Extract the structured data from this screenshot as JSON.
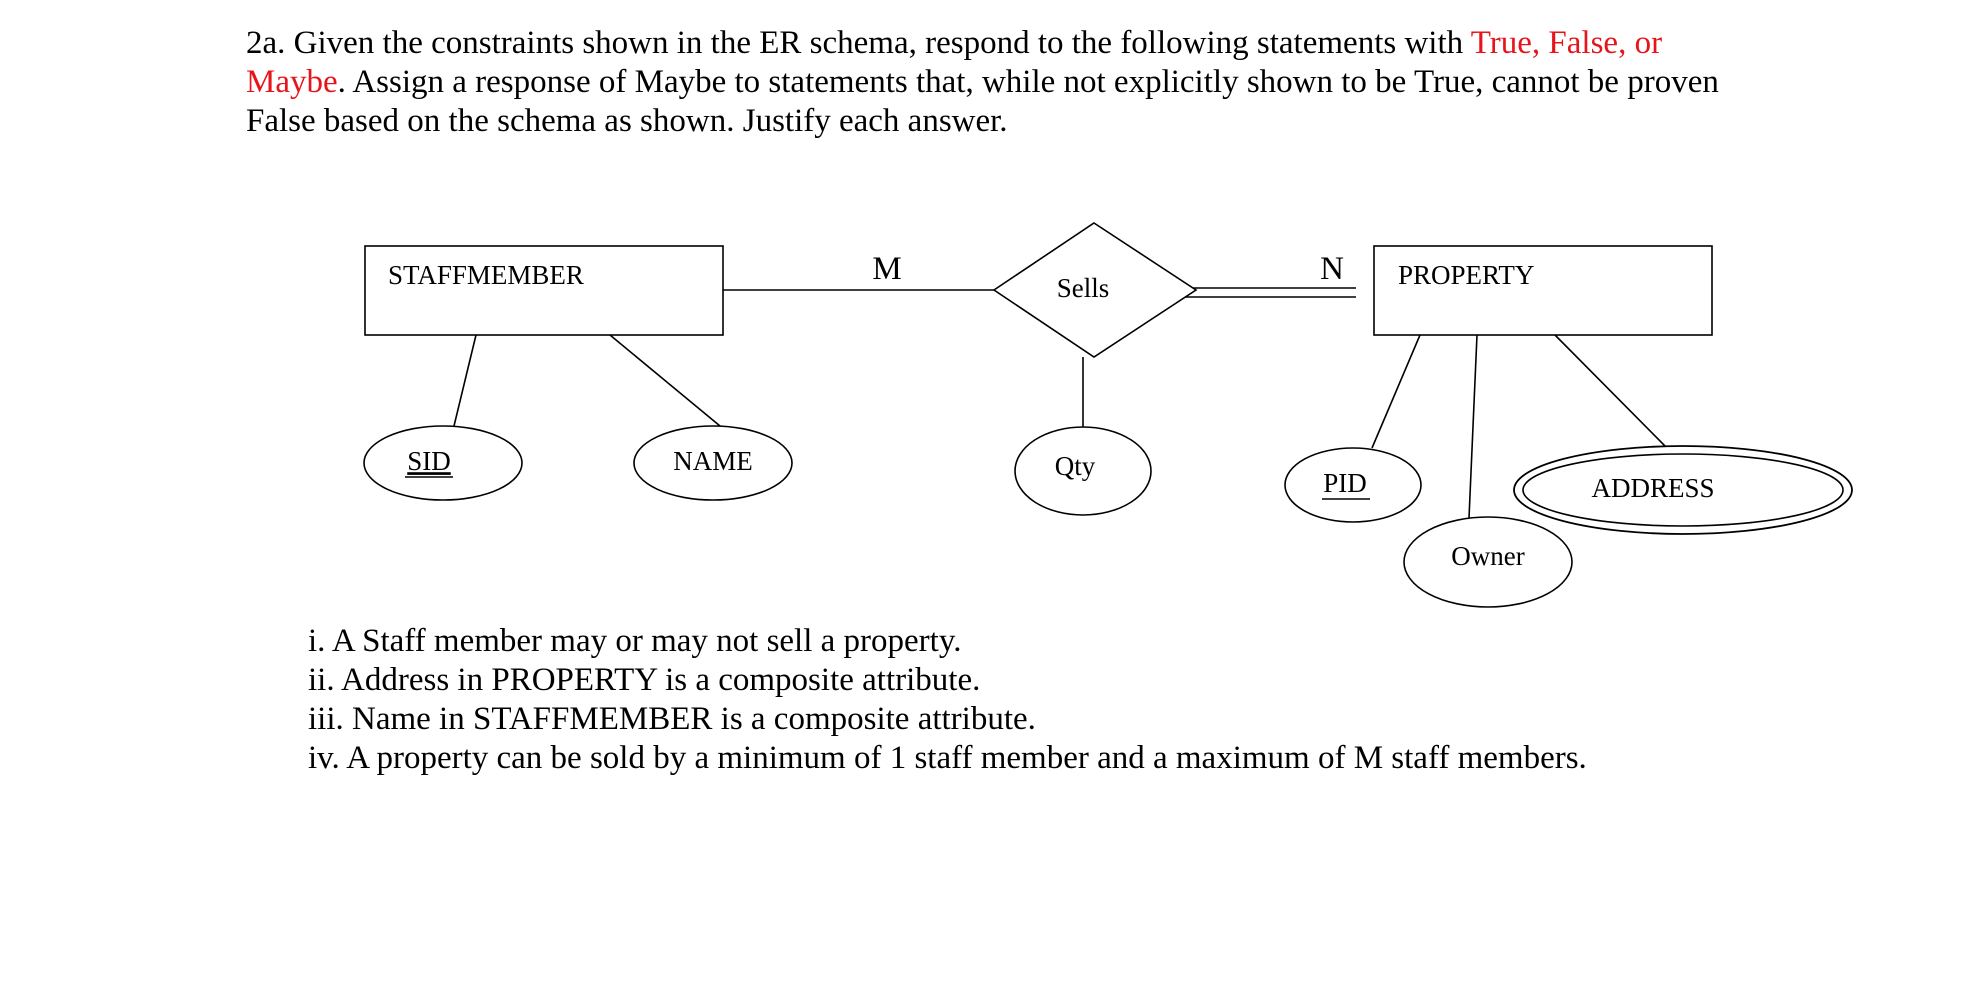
{
  "question": {
    "intro": "2a. Given the constraints shown in the ER schema, respond to the following statements with ",
    "highlight": "True, False, or Maybe",
    "rest": ". Assign a response of Maybe to statements that, while not explicitly shown to be True, cannot be proven False based on the schema as shown. Justify each answer.",
    "highlight_color": "#e8141b"
  },
  "diagram": {
    "entities": {
      "staffmember": "STAFFMEMBER",
      "property": "PROPERTY"
    },
    "relationship": "Sells",
    "cardinality": {
      "staff_side": "M",
      "property_side": "N"
    },
    "attributes": {
      "sid": "SID",
      "name": "NAME",
      "qty": "Qty",
      "pid": "PID",
      "owner": "Owner",
      "address": "ADDRESS"
    }
  },
  "statements": [
    "i. A Staff member may or may not sell a property.",
    "ii. Address in PROPERTY is a composite attribute.",
    "iii. Name in STAFFMEMBER is a composite attribute.",
    "iv. A property can be sold by a minimum of 1 staff member and a maximum of M staff members."
  ]
}
